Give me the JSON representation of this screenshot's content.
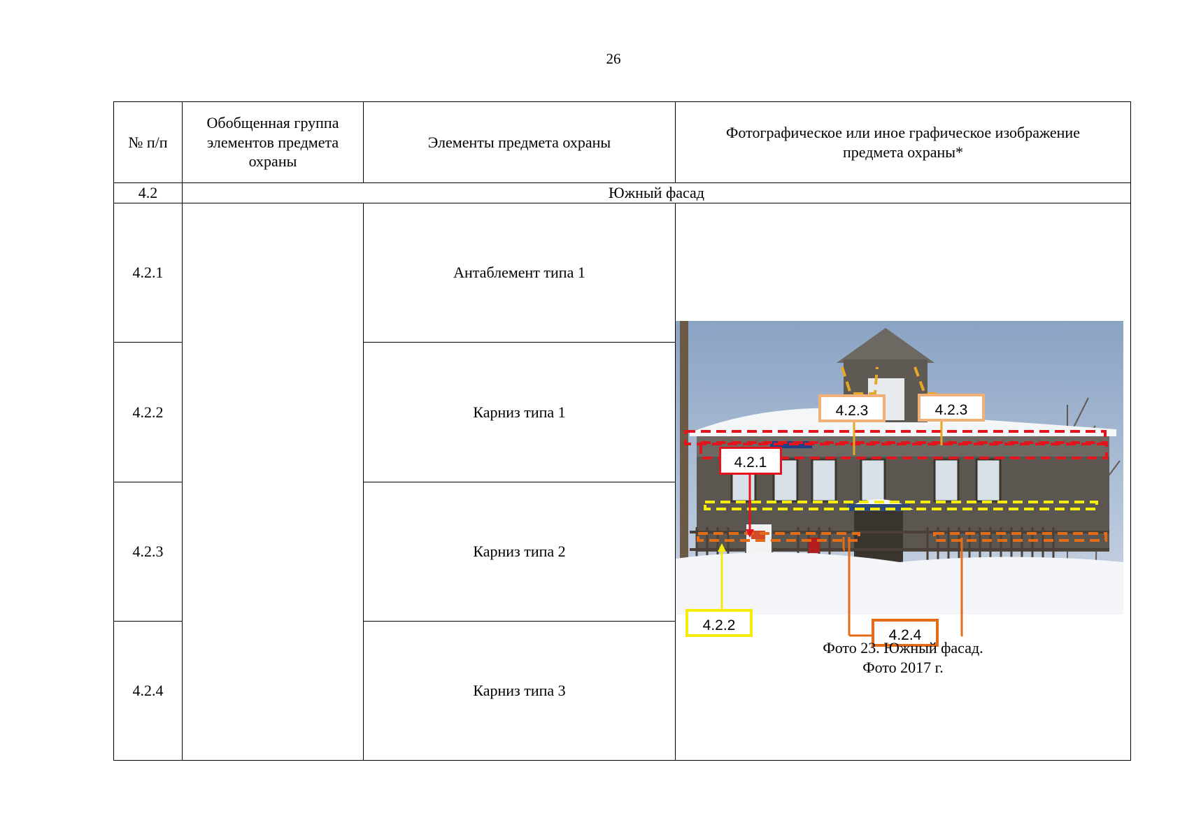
{
  "page": {
    "number": "26"
  },
  "table": {
    "headers": {
      "num": "№ п/п",
      "group": "Обобщенная группа элементов предмета охраны",
      "elements": "Элементы предмета охраны",
      "image": "Фотографическое или иное графическое изображение предмета охраны*"
    },
    "section": {
      "num": "4.2",
      "title": "Южный фасад"
    },
    "rows": [
      {
        "num": "4.2.1",
        "element": "Антаблемент типа 1"
      },
      {
        "num": "4.2.2",
        "element": "Карниз типа 1"
      },
      {
        "num": "4.2.3",
        "element": "Карниз типа 2"
      },
      {
        "num": "4.2.4",
        "element": "Карниз типа 3"
      }
    ]
  },
  "photo": {
    "caption_line1": "Фото 23. Южный фасад.",
    "caption_line2": "Фото 2017 г.",
    "callouts": [
      {
        "label": "4.2.1",
        "color": "#e3141b"
      },
      {
        "label": "4.2.2",
        "color": "#f5ec0a"
      },
      {
        "label": "4.2.3",
        "color": "#f0b178"
      },
      {
        "label": "4.2.3",
        "color": "#f0b178"
      },
      {
        "label": "4.2.4",
        "color": "#e46c16"
      }
    ]
  }
}
